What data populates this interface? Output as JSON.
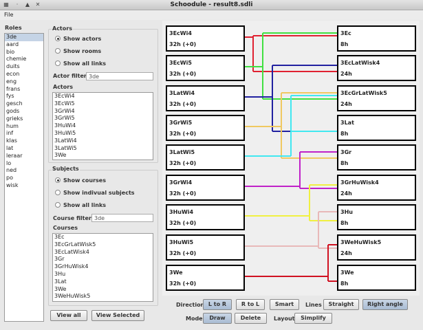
{
  "window": {
    "title": "Schoodule - result8.sdli"
  },
  "menu": {
    "file": "File"
  },
  "roles": {
    "label": "Roles",
    "items": [
      "3de",
      "aard",
      "bio",
      "chemie",
      "duits",
      "econ",
      "eng",
      "frans",
      "fys",
      "gesch",
      "gods",
      "grieks",
      "hum",
      "inf",
      "klas",
      "lat",
      "leraar",
      "lo",
      "ned",
      "po",
      "wisk"
    ],
    "selected": "3de"
  },
  "actors_panel": {
    "title": "Actors",
    "radios": [
      "Show actors",
      "Show rooms",
      "Show all links"
    ],
    "selected": 0,
    "filter_label": "Actor filter",
    "filter_value": "3de",
    "list_label": "Actors",
    "items": [
      "3EcWi4",
      "3EcWi5",
      "3GrWi4",
      "3GrWi5",
      "3HuWi4",
      "3HuWi5",
      "3LatWi4",
      "3LatWi5",
      "3We"
    ]
  },
  "subjects_panel": {
    "title": "Subjects",
    "radios": [
      "Show courses",
      "Show indivual subjects",
      "Show all links"
    ],
    "selected": 0,
    "filter_label": "Course filter",
    "filter_value": "3de",
    "list_label": "Courses",
    "items": [
      "3Ec",
      "3EcGrLatWisk5",
      "3EcLatWisk4",
      "3Gr",
      "3GrHuWisk4",
      "3Hu",
      "3Lat",
      "3We",
      "3WeHuWisk5"
    ]
  },
  "buttons": {
    "view_all": "View all",
    "view_selected": "View Selected"
  },
  "graph": {
    "left": [
      {
        "name": "3EcWi4",
        "hours": "32h (+0)"
      },
      {
        "name": "3EcWi5",
        "hours": "32h (+0)"
      },
      {
        "name": "3LatWi4",
        "hours": "32h (+0)"
      },
      {
        "name": "3GrWi5",
        "hours": "32h (+0)"
      },
      {
        "name": "3LatWi5",
        "hours": "32h (+0)"
      },
      {
        "name": "3GrWi4",
        "hours": "32h (+0)"
      },
      {
        "name": "3HuWi4",
        "hours": "32h (+0)"
      },
      {
        "name": "3HuWi5",
        "hours": "32h (+0)"
      },
      {
        "name": "3We",
        "hours": "32h (+0)"
      }
    ],
    "right": [
      {
        "name": "3Ec",
        "hours": "8h"
      },
      {
        "name": "3EcLatWisk4",
        "hours": "24h"
      },
      {
        "name": "3EcGrLatWisk5",
        "hours": "24h"
      },
      {
        "name": "3Lat",
        "hours": "8h"
      },
      {
        "name": "3Gr",
        "hours": "8h"
      },
      {
        "name": "3GrHuWisk4",
        "hours": "24h"
      },
      {
        "name": "3Hu",
        "hours": "8h"
      },
      {
        "name": "3WeHuWisk5",
        "hours": "24h"
      },
      {
        "name": "3We",
        "hours": "8h"
      }
    ],
    "links": [
      {
        "from": 0,
        "to": [
          0,
          1
        ],
        "color": "#e02030"
      },
      {
        "from": 1,
        "to": [
          0,
          2
        ],
        "color": "#40e040"
      },
      {
        "from": 2,
        "to": [
          1,
          3
        ],
        "color": "#2020a0"
      },
      {
        "from": 3,
        "to": [
          2,
          4
        ],
        "color": "#f0c860"
      },
      {
        "from": 4,
        "to": [
          2,
          3
        ],
        "color": "#40e8f0"
      },
      {
        "from": 5,
        "to": [
          4,
          5
        ],
        "color": "#c020c8"
      },
      {
        "from": 6,
        "to": [
          5,
          6
        ],
        "color": "#f0f040"
      },
      {
        "from": 7,
        "to": [
          6,
          7
        ],
        "color": "#e8b8b8"
      },
      {
        "from": 8,
        "to": [
          7,
          8
        ],
        "color": "#d01020"
      }
    ]
  },
  "controls": {
    "direction_label": "Direction",
    "direction": [
      "L to R",
      "R to L",
      "Smart"
    ],
    "direction_selected": 0,
    "lines_label": "Lines",
    "lines": [
      "Straight",
      "Right angle"
    ],
    "lines_selected": 1,
    "mode_label": "Mode",
    "mode": [
      "Draw",
      "Delete"
    ],
    "mode_selected": 0,
    "layout_label": "Layout",
    "layout_btn": "Simplify"
  }
}
